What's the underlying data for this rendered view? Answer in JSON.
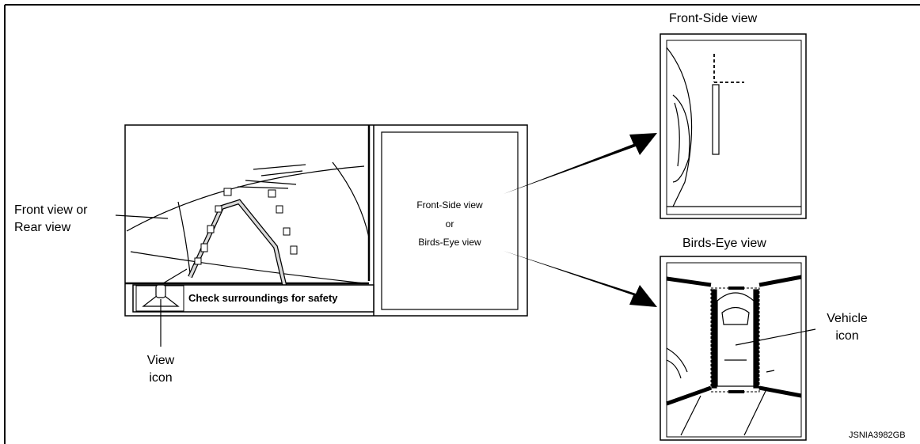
{
  "labels": {
    "front_side_title": "Front-Side view",
    "birds_eye_title": "Birds-Eye view",
    "main_view_line1": "Front view or",
    "main_view_line2": "Rear view",
    "view_icon_line1": "View",
    "view_icon_line2": "icon",
    "warning_text": "Check surroundings for safety",
    "center_line1": "Front-Side view",
    "center_line2": "or",
    "center_line3": "Birds-Eye view",
    "vehicle_icon_line1": "Vehicle",
    "vehicle_icon_line2": "icon",
    "figure_code": "JSNIA3982GB"
  },
  "colors": {
    "stroke": "#000000",
    "background": "#ffffff",
    "guide_fill": "#d8d8d8"
  }
}
